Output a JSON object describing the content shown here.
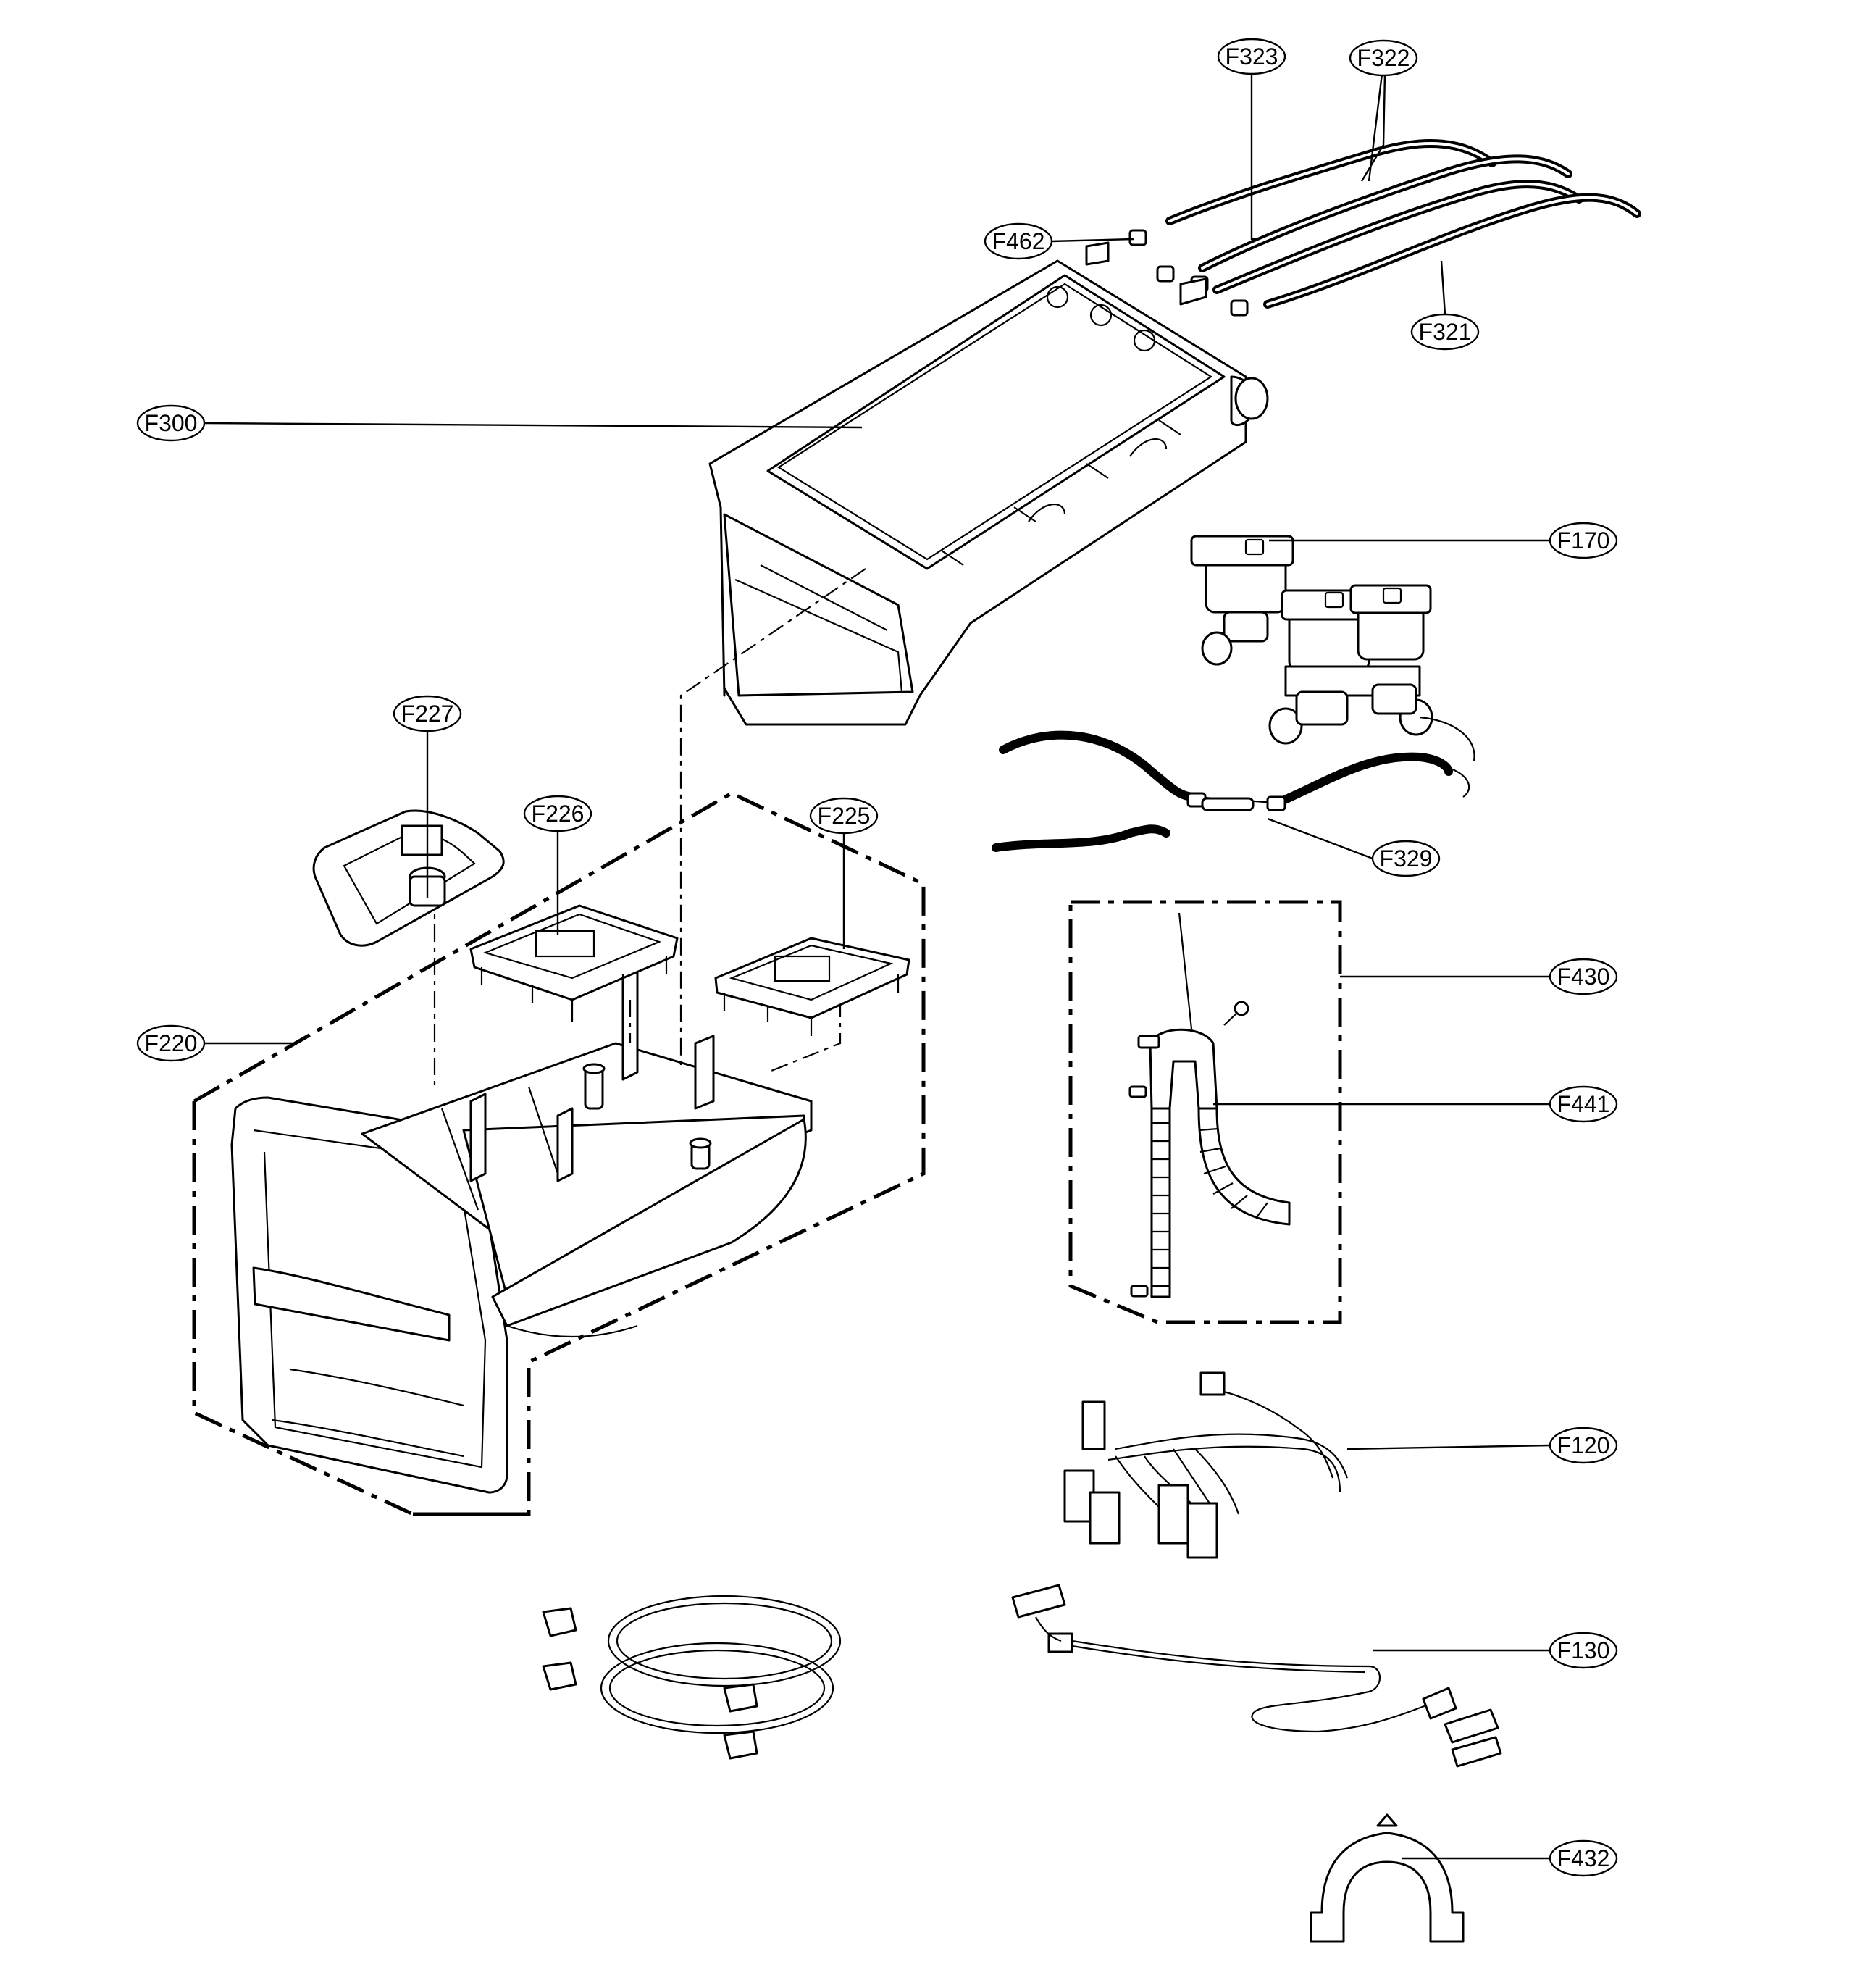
{
  "labels": {
    "F323": "F323",
    "F322": "F322",
    "F462": "F462",
    "F321": "F321",
    "F300": "F300",
    "F170": "F170",
    "F227": "F227",
    "F226": "F226",
    "F225": "F225",
    "F329": "F329",
    "F430": "F430",
    "F220": "F220",
    "F441": "F441",
    "F120": "F120",
    "F130": "F130",
    "F432": "F432"
  }
}
